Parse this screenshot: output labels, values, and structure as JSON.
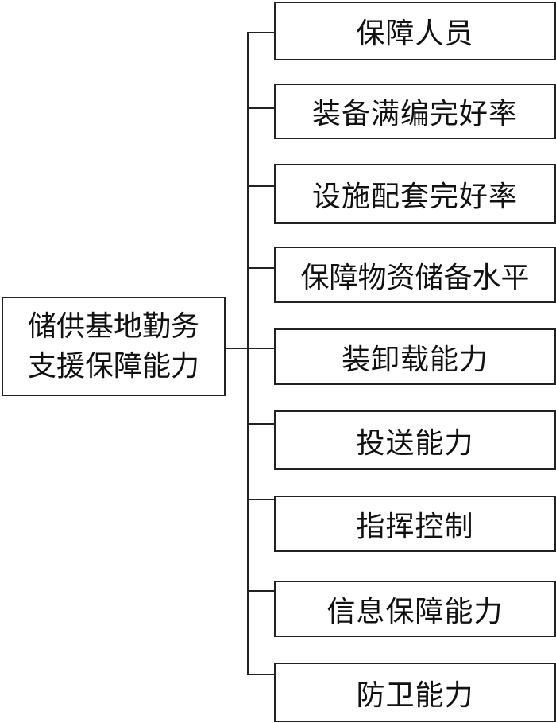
{
  "root": {
    "line1": "储供基地勤务",
    "line2": "支援保障能力"
  },
  "children": [
    {
      "label": "保障人员"
    },
    {
      "label": "装备满编完好率"
    },
    {
      "label": "设施配套完好率"
    },
    {
      "label": "保障物资储备水平"
    },
    {
      "label": "装卸载能力"
    },
    {
      "label": "投送能力"
    },
    {
      "label": "指挥控制"
    },
    {
      "label": "信息保障能力"
    },
    {
      "label": "防卫能力"
    }
  ]
}
